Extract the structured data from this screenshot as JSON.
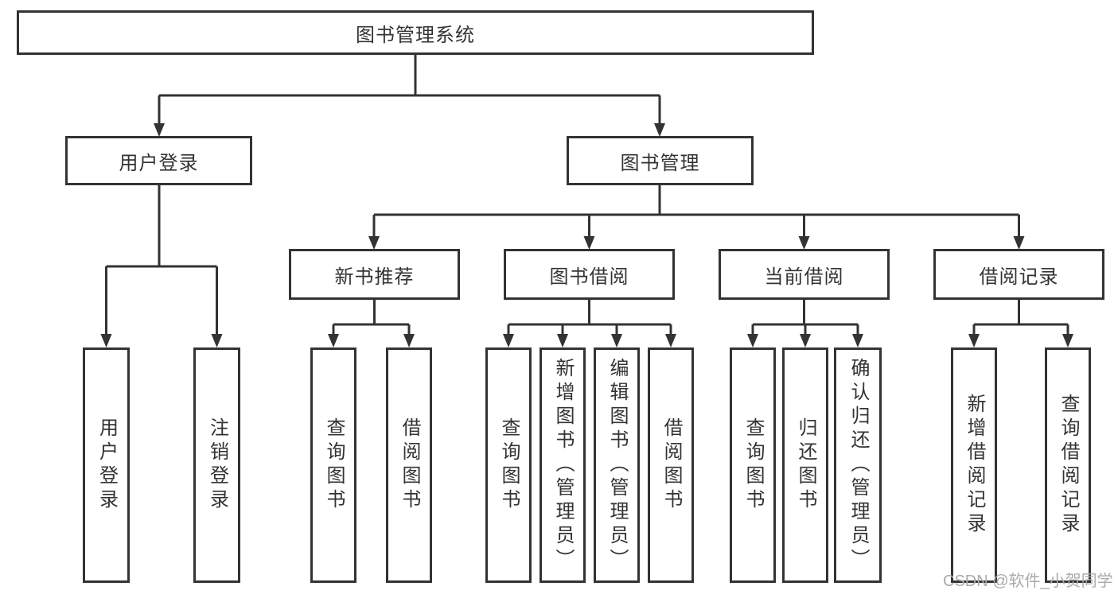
{
  "diagram": {
    "nodes": {
      "root": "图书管理系统",
      "user_login": "用户登录",
      "book_management": "图书管理",
      "user_login_leaf": "用户登录",
      "logout_leaf": "注销登录",
      "new_book_recommend": "新书推荐",
      "book_borrow": "图书借阅",
      "current_borrow": "当前借阅",
      "borrow_records": "借阅记录",
      "nbr_query_books": "查询图书",
      "nbr_borrow_books": "借阅图书",
      "bb_query_books": "查询图书",
      "bb_add_books": "新增图书（管理员）",
      "bb_edit_books": "编辑图书（管理员）",
      "bb_borrow_books": "借阅图书",
      "cb_query_books": "查询图书",
      "cb_return_books": "归还图书",
      "cb_confirm_return": "确认归还（管理员）",
      "br_add_record": "新增借阅记录",
      "br_query_record": "查询借阅记录"
    },
    "watermark": "CSDN @软件_小贺同学",
    "colors": {
      "line": "#333333",
      "text": "#333333",
      "watermark": "#aaaaaa",
      "background": "#ffffff"
    }
  }
}
